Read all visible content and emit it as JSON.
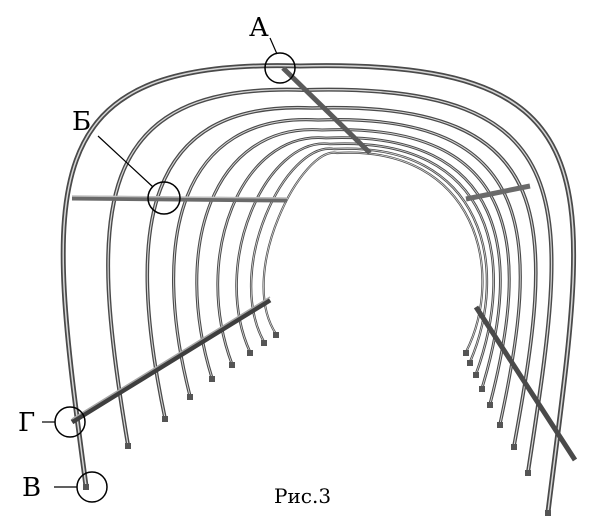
{
  "figure": {
    "caption": "Рис.3",
    "labels": {
      "a": "А",
      "b": "Б",
      "v": "В",
      "g": "Г"
    },
    "colors": {
      "frame_dark": "#3a3a3a",
      "frame_mid": "#8a8a8a",
      "frame_light": "#c8c8c8",
      "ink": "#000000"
    }
  }
}
